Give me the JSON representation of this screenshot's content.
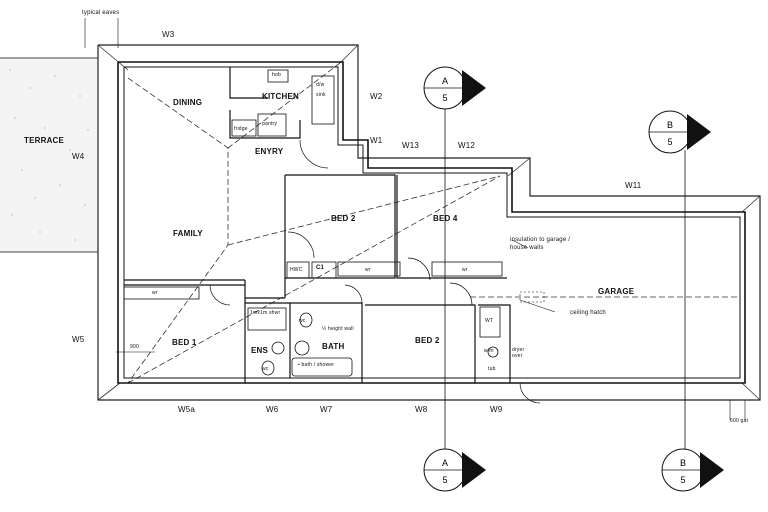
{
  "annotations": {
    "typical_eaves": "typical eaves",
    "insulation": "insulation to garage / house walls",
    "ceiling_hatch": "ceiling hatch",
    "gate": "600 gat",
    "dim_900": "900"
  },
  "rooms": {
    "terrace": "TERRACE",
    "dining": "DINING",
    "kitchen": "KITCHEN",
    "entry": "ENYRY",
    "family": "FAMILY",
    "bed2_upper": "BED 2",
    "bed4": "BED 4",
    "garage": "GARAGE",
    "bed1": "BED 1",
    "ens": "ENS",
    "bath": "BATH",
    "bed2_lower": "BED 2"
  },
  "fixtures": {
    "hob": "hob",
    "dw": "d/w",
    "sink": "sink",
    "fridge": "fridge",
    "pantry": "pantry",
    "hwc": "HWC",
    "c1": "C1",
    "wr1": "wr",
    "wr2": "wr",
    "wr_bed1": "wr",
    "wr_garage": "WT",
    "wc1": "wc",
    "wc2": "wc",
    "shower1": "1mx1m shwr",
    "half_wall": "½ height wall",
    "bath_shower": "• bath / shower",
    "wm": "w/m",
    "dryer": "dryer over",
    "tub": "tub"
  },
  "windows": {
    "w1": "W1",
    "w2": "W2",
    "w3": "W3",
    "w4": "W4",
    "w5": "W5",
    "w5a": "W5a",
    "w6": "W6",
    "w7": "W7",
    "w8": "W8",
    "w9": "W9",
    "w11": "W11",
    "w12": "W12",
    "w13": "W13"
  },
  "section_markers": {
    "a_top": {
      "letter": "A",
      "number": "5"
    },
    "b_top": {
      "letter": "B",
      "number": "5"
    },
    "a_bottom": {
      "letter": "A",
      "number": "5"
    },
    "b_bottom": {
      "letter": "B",
      "number": "5"
    }
  }
}
